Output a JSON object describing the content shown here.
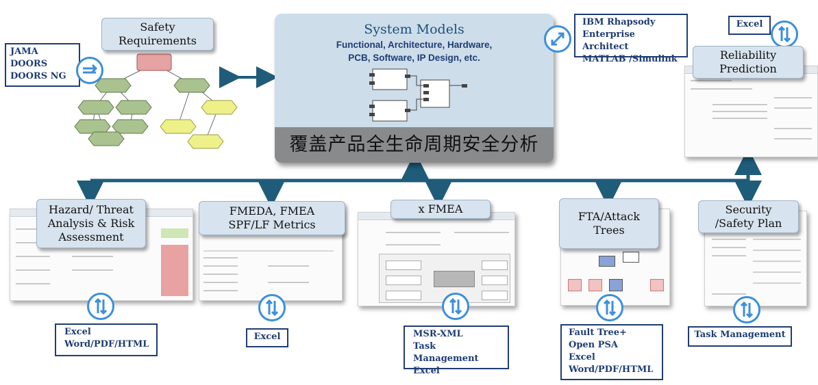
{
  "center": {
    "title": "System Models",
    "subtitle": "Functional, Architecture, Hardware,\nPCB, Software, IP Design, etc.",
    "bar": "覆盖产品全生命周期安全分析"
  },
  "safety_requirements": {
    "title": "Safety\nRequirements",
    "tools": "JAMA\nDOORS\nDOORS NG"
  },
  "system_tools": "IBM Rhapsody\nEnterprise Architect\nMATLAB /Simulink",
  "reliability": {
    "title": "Reliability\nPrediction",
    "tools": "Excel"
  },
  "modules": [
    {
      "title": "Hazard/ Threat\nAnalysis & Risk\nAssessment",
      "tools": "Excel\nWord/PDF/HTML"
    },
    {
      "title": "FMEDA, FMEA\nSPF/LF Metrics",
      "tools": "Excel"
    },
    {
      "title": "x FMEA",
      "tools": "MSR-XML\nTask Management\nExcel"
    },
    {
      "title": "FTA/Attack\nTrees",
      "tools": "Fault Tree+\nOpen PSA\nExcel\nWord/PDF/HTML"
    },
    {
      "title": "Security\n/Safety Plan",
      "tools": "Task Management"
    }
  ],
  "colors": {
    "connector": "#1f5c7a",
    "sync_icon": "#3b8fdc",
    "title_box": "#d7e3ee",
    "tool_text": "#1f3c73",
    "center_panel": "#cdddea",
    "center_bar": "#888a8c"
  }
}
